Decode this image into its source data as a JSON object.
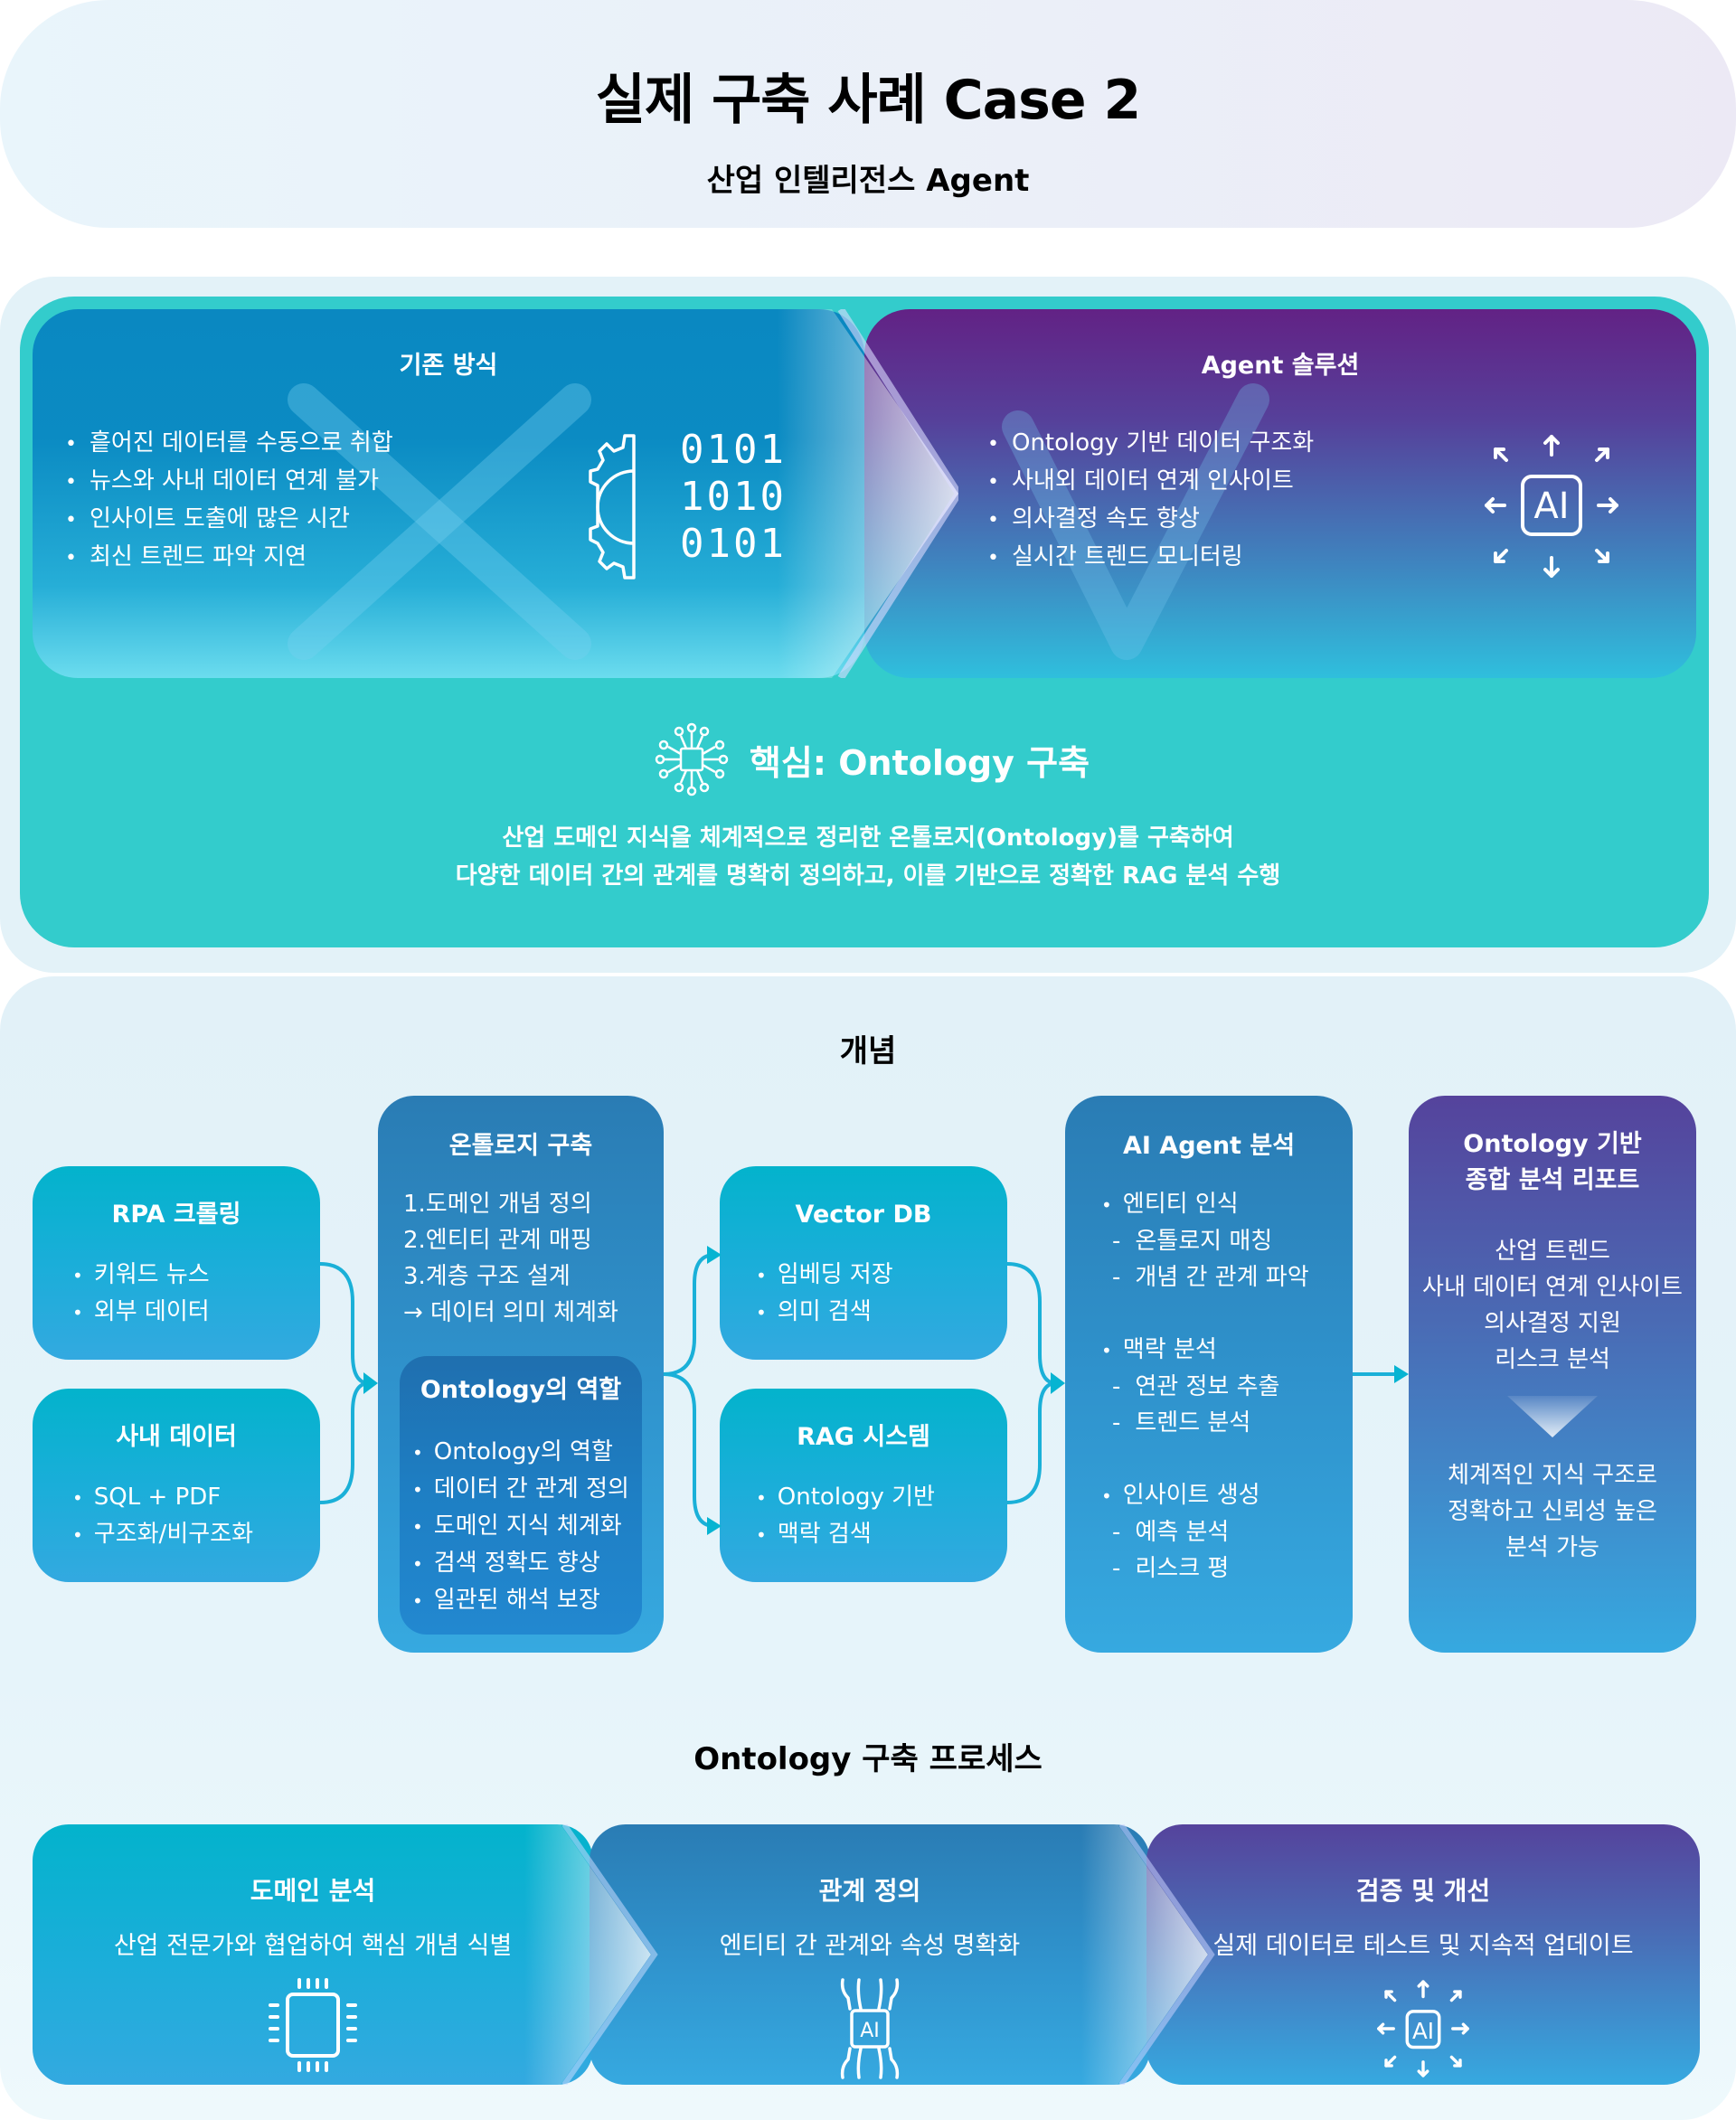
{
  "header": {
    "title": "실제 구축 사례 Case 2",
    "subtitle": "산업 인텔리전스 Agent"
  },
  "comparison": {
    "legacy": {
      "title": "기존 방식",
      "items": [
        "흩어진 데이터를 수동으로 취합",
        "뉴스와 사내 데이터 연계 불가",
        "인사이트 도출에 많은 시간",
        "최신 트렌드 파악 지연"
      ],
      "watermark_icon": "x-mark-icon",
      "icon": "gear-binary-icon",
      "binary_rows": [
        "0101",
        "1010",
        "0101"
      ]
    },
    "agent": {
      "title": "Agent 솔루션",
      "items": [
        "Ontology 기반 데이터 구조화",
        "사내외 데이터 연계 인사이트",
        "의사결정 속도 향상",
        "실시간 트렌드 모니터링"
      ],
      "watermark_icon": "check-mark-icon",
      "icon": "ai-expand-icon",
      "icon_label": "AI"
    },
    "core": {
      "title": "핵심: Ontology 구축",
      "icon": "circuit-network-icon",
      "description": [
        "산업 도메인 지식을 체계적으로 정리한 온톨로지(Ontology)를 구축하여",
        "다양한 데이터 간의 관계를 명확히 정의하고, 이를 기반으로 정확한 RAG 분석 수행"
      ]
    },
    "colors": {
      "teal": "#33cccc",
      "legacy_top": "#0a88c1",
      "agent_top": "#622285"
    }
  },
  "concept": {
    "heading": "개념",
    "rpa": {
      "title": "RPA 크롤링",
      "items": [
        "키워드 뉴스",
        "외부 데이터"
      ]
    },
    "internal": {
      "title": "사내 데이터",
      "items": [
        "SQL + PDF",
        "구조화/비구조화"
      ]
    },
    "ontology": {
      "title": "온톨로지 구축",
      "steps": [
        "1.도메인 개념 정의",
        "2.엔티티 관계 매핑",
        "3.계층 구조 설계",
        "→ 데이터 의미 체계화"
      ],
      "role": {
        "title": "Ontology의 역할",
        "items": [
          "Ontology의 역할",
          "데이터 간 관계 정의",
          "도메인 지식 체계화",
          "검색 정확도 향상",
          "일관된 해석 보장"
        ]
      }
    },
    "vector_db": {
      "title": "Vector DB",
      "items": [
        "임베딩 저장",
        "의미 검색"
      ]
    },
    "rag": {
      "title": "RAG 시스템",
      "items": [
        "Ontology 기반",
        "맥락 검색"
      ]
    },
    "ai_agent": {
      "title": "AI Agent 분석",
      "groups": [
        {
          "label": "엔티티 인식",
          "subs": [
            "온톨로지 매칭",
            "개념 간 관계 파악"
          ]
        },
        {
          "label": "맥락 분석",
          "subs": [
            "연관 정보 추출",
            "트렌드 분석"
          ]
        },
        {
          "label": "인사이트 생성",
          "subs": [
            "예측 분석",
            "리스크 평"
          ]
        }
      ]
    },
    "report": {
      "title_lines": [
        "Ontology 기반",
        "종합 분석 리포트"
      ],
      "items": [
        "산업 트렌드",
        "사내 데이터 연계 인사이트",
        "의사결정 지원",
        "리스크 분석"
      ],
      "conclusion": [
        "체계적인 지식 구조로",
        "정확하고 신뢰성 높은",
        "분석 가능"
      ]
    },
    "connector_color": "#1ab0d8"
  },
  "process": {
    "heading": "Ontology 구축 프로세스",
    "steps": [
      {
        "title": "도메인 분석",
        "description": "산업 전문가와 협업하여 핵심 개념 식별",
        "icon": "chip-icon"
      },
      {
        "title": "관계 정의",
        "description": "엔티티 간 관계와 속성 명확화",
        "icon": "ai-chip-icon",
        "icon_label": "AI"
      },
      {
        "title": "검증 및 개선",
        "description": "실제 데이터로 테스트 및 지속적 업데이트",
        "icon": "ai-expand-icon",
        "icon_label": "AI"
      }
    ]
  }
}
